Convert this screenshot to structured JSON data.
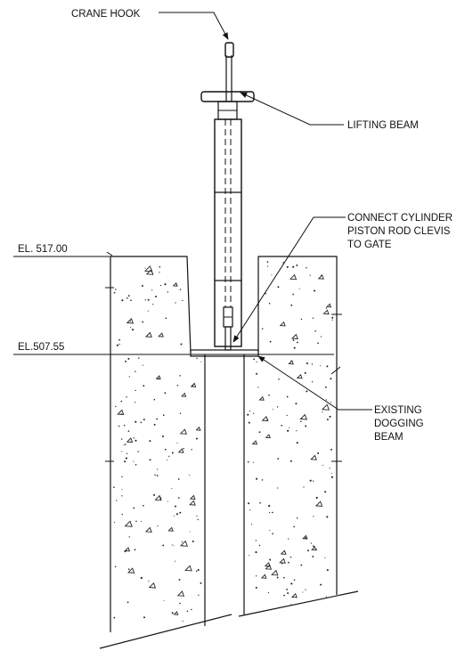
{
  "labels": {
    "crane_hook": "CRANE HOOK",
    "lifting_beam": "LIFTING BEAM",
    "connect_1": "CONNECT CYLINDER",
    "connect_2": "PISTON ROD CLEVIS",
    "connect_3": "TO GATE",
    "el_top": "EL. 517.00",
    "el_bottom": "EL.507.55",
    "existing_1": "EXISTING",
    "existing_2": "DOGGING",
    "existing_3": "BEAM"
  },
  "colors": {
    "line": "#111111",
    "background": "#ffffff"
  }
}
